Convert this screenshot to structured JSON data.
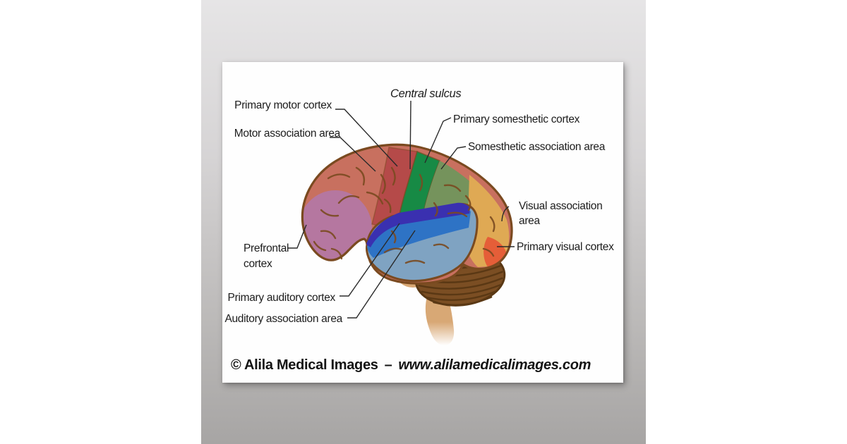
{
  "page": {
    "background_color": "#ffffff",
    "backdrop_top_color": "#e6e5e6",
    "backdrop_bottom_color": "#a7a5a4"
  },
  "poster": {
    "labels": {
      "central_sulcus": "Central sulcus",
      "primary_motor_cortex": "Primary motor cortex",
      "motor_association_area": "Motor association area",
      "primary_somesthetic_cortex": "Primary somesthetic cortex",
      "somesthetic_association_area": "Somesthetic association area",
      "visual_association_area": "Visual association area",
      "primary_visual_cortex": "Primary visual cortex",
      "prefrontal_cortex": "Prefrontal cortex",
      "primary_auditory_cortex": "Primary auditory cortex",
      "auditory_association_area": "Auditory association area"
    },
    "watermark": {
      "copyright": "© Alila Medical Images",
      "separator": "–",
      "website": "www.alilamedicalimages.com"
    },
    "region_colors": {
      "motor_association_area": "#c8705f",
      "primary_motor_cortex": "#b54a49",
      "primary_somesthetic_cortex": "#178a45",
      "somesthetic_association_area": "#75935c",
      "prefrontal_cortex": "#b577a0",
      "lateral_sulcus": "#3a30b0",
      "primary_auditory_cortex": "#2e73c5",
      "auditory_association_area": "#7fa3c2",
      "visual_association_area": "#dfa954",
      "primary_visual_cortex": "#e55e38",
      "cerebellum": "#7b4e23",
      "cerebellum_stripes": "#5a3814",
      "brain_stem": "#d8a875",
      "outline": "#7a4a20",
      "leader_line": "#2a2a2a"
    }
  }
}
